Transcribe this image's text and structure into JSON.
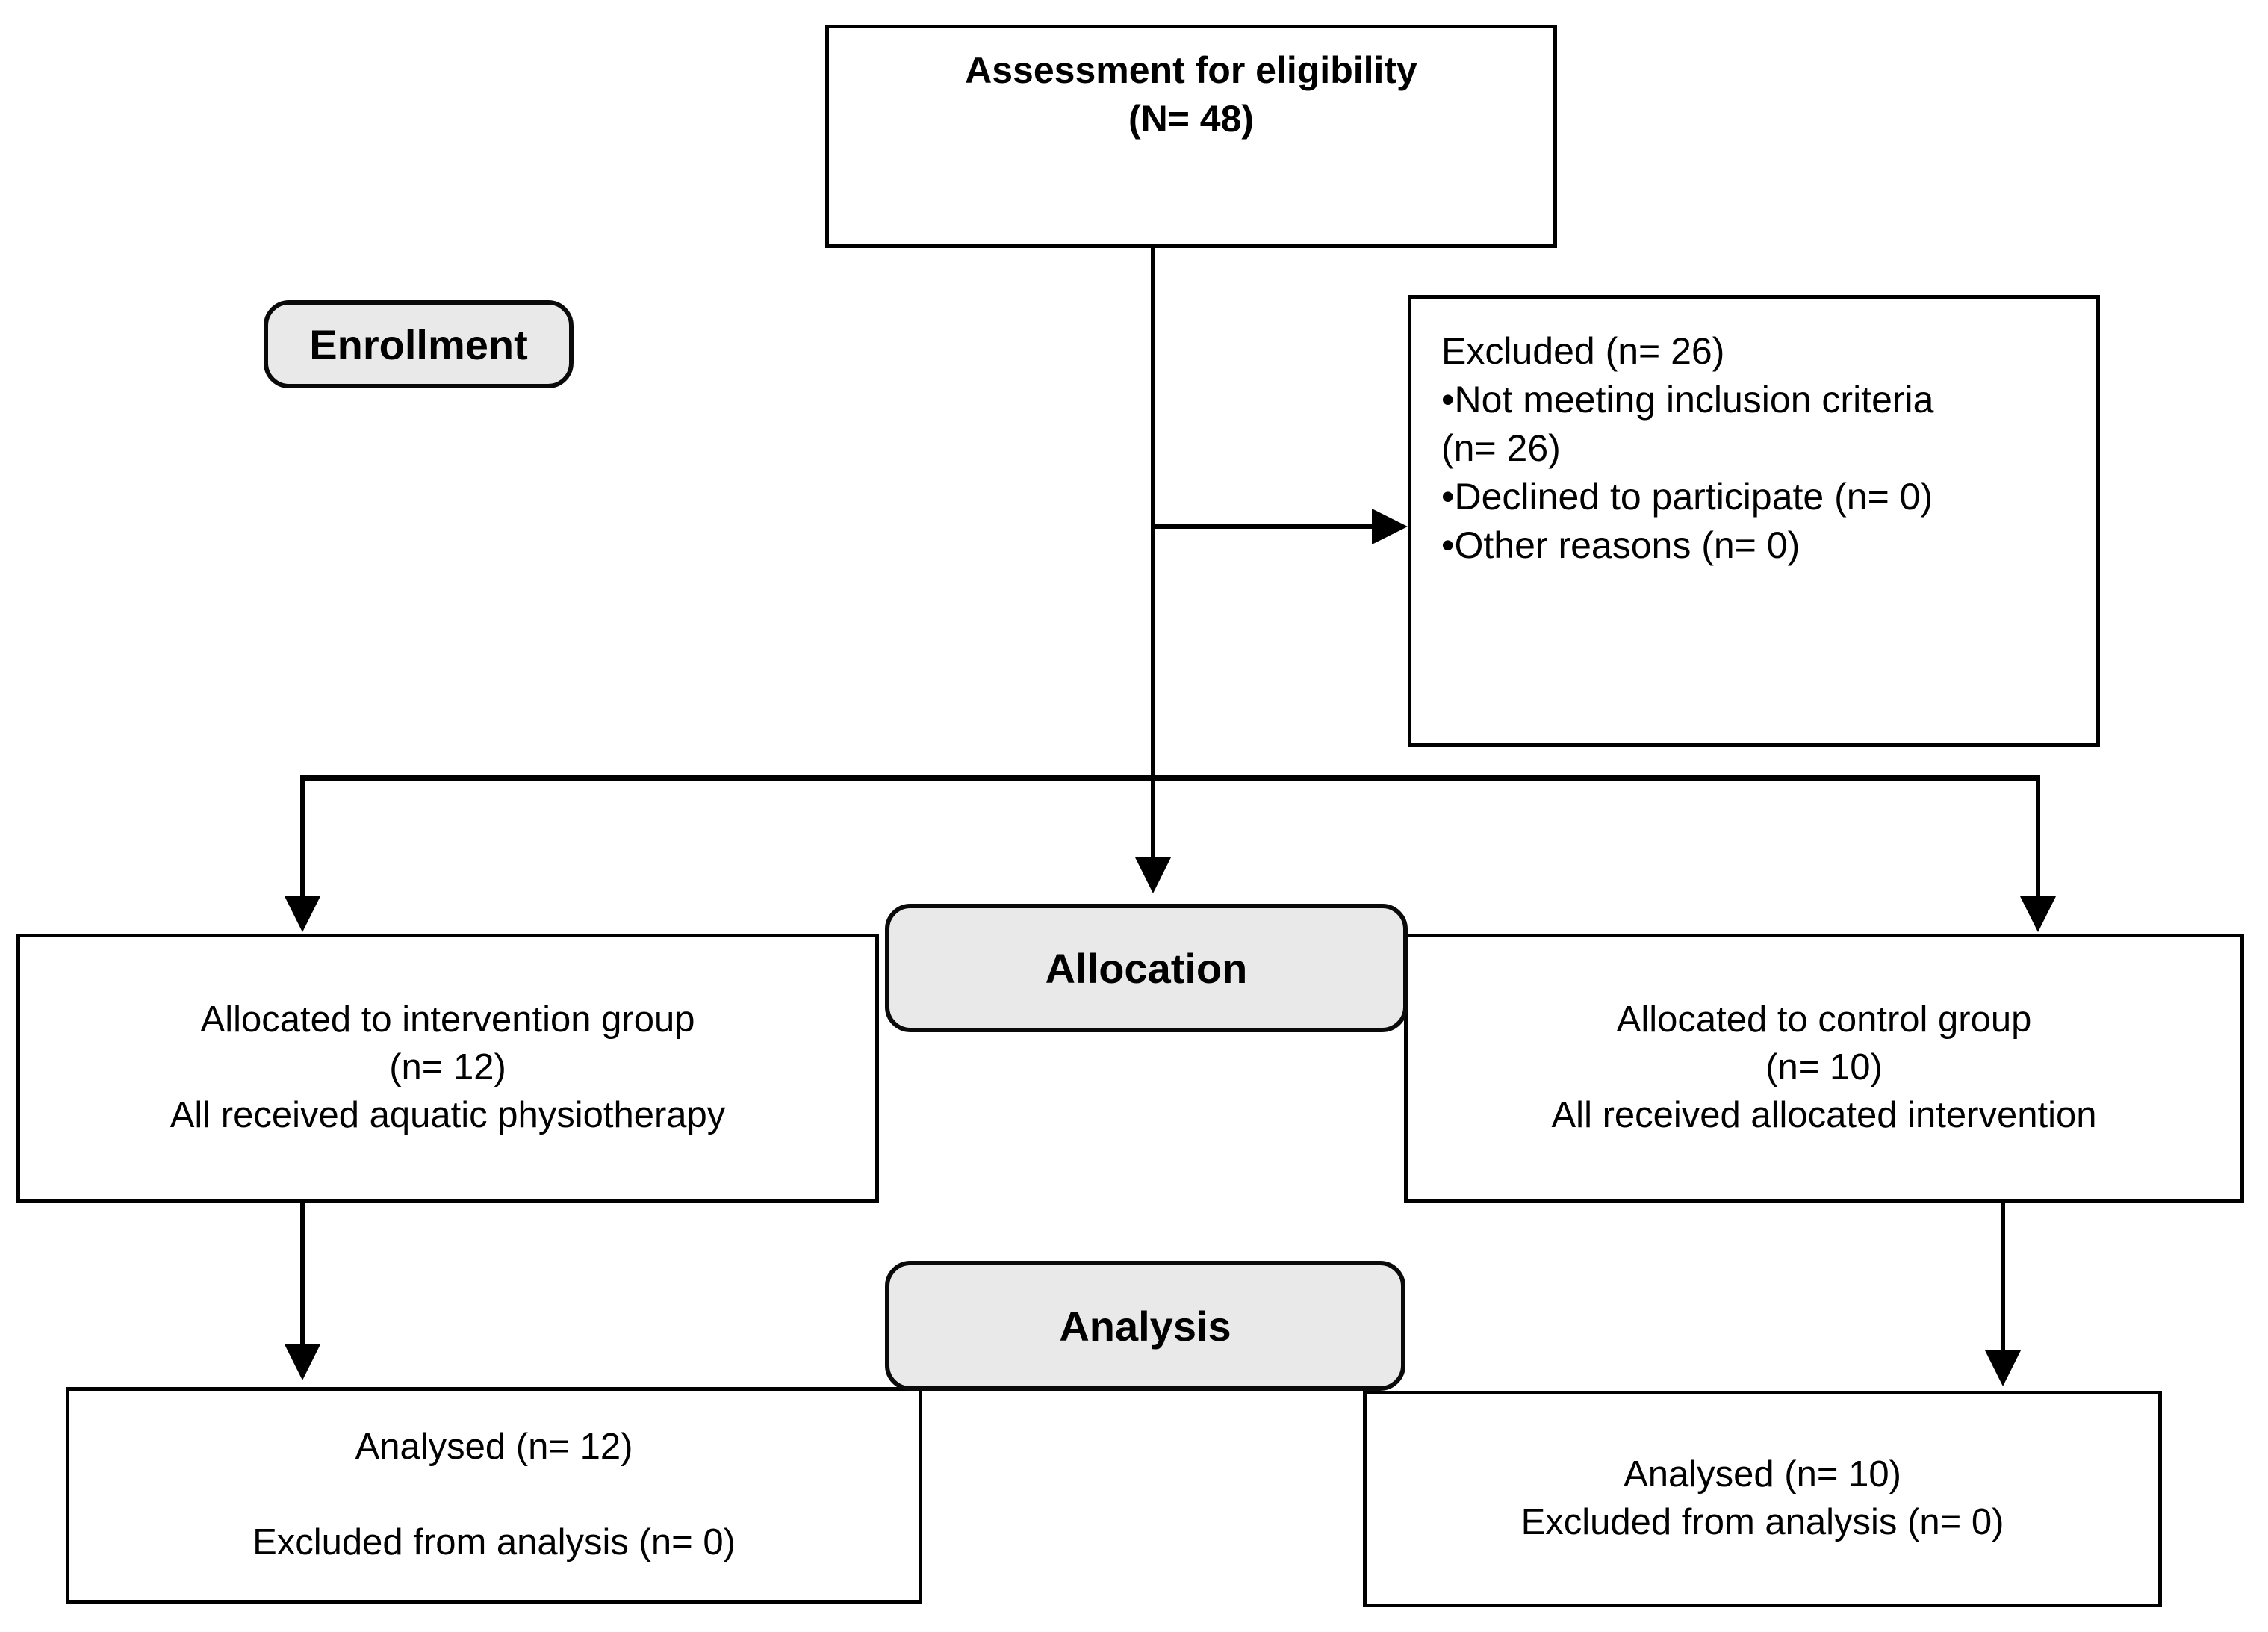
{
  "diagram": {
    "title": "CONSORT participant flow diagram",
    "colors": {
      "stage_fill": "#e9e9e9",
      "border": "#000000",
      "box_fill": "#ffffff",
      "text": "#000000"
    }
  },
  "stages": {
    "enrollment": "Enrollment",
    "allocation": "Allocation",
    "analysis": "Analysis"
  },
  "boxes": {
    "eligibility": "Assessment for eligibility\n(N= 48)",
    "excluded": "Excluded (n= 26)\n•Not meeting inclusion criteria\n(n= 26)\n•Declined to participate (n= 0)\n•Other reasons (n= 0)",
    "allocated_intervention": "Allocated to intervention group\n(n= 12)\nAll received aquatic physiotherapy",
    "allocated_control": "Allocated to control group\n(n= 10)\nAll received allocated intervention",
    "analysed_intervention": "Analysed (n= 12)\n\nExcluded  from analysis (n= 0)",
    "analysed_control": "Analysed (n= 10)\nExcluded  from analysis (n= 0)"
  },
  "counts": {
    "assessed_for_eligibility": 48,
    "excluded_total": 26,
    "not_meeting_inclusion_criteria": 26,
    "declined_to_participate": 0,
    "other_reasons": 0,
    "allocated_intervention": 12,
    "allocated_control": 10,
    "analysed_intervention": 12,
    "analysed_control": 10,
    "excluded_from_analysis_intervention": 0,
    "excluded_from_analysis_control": 0
  }
}
